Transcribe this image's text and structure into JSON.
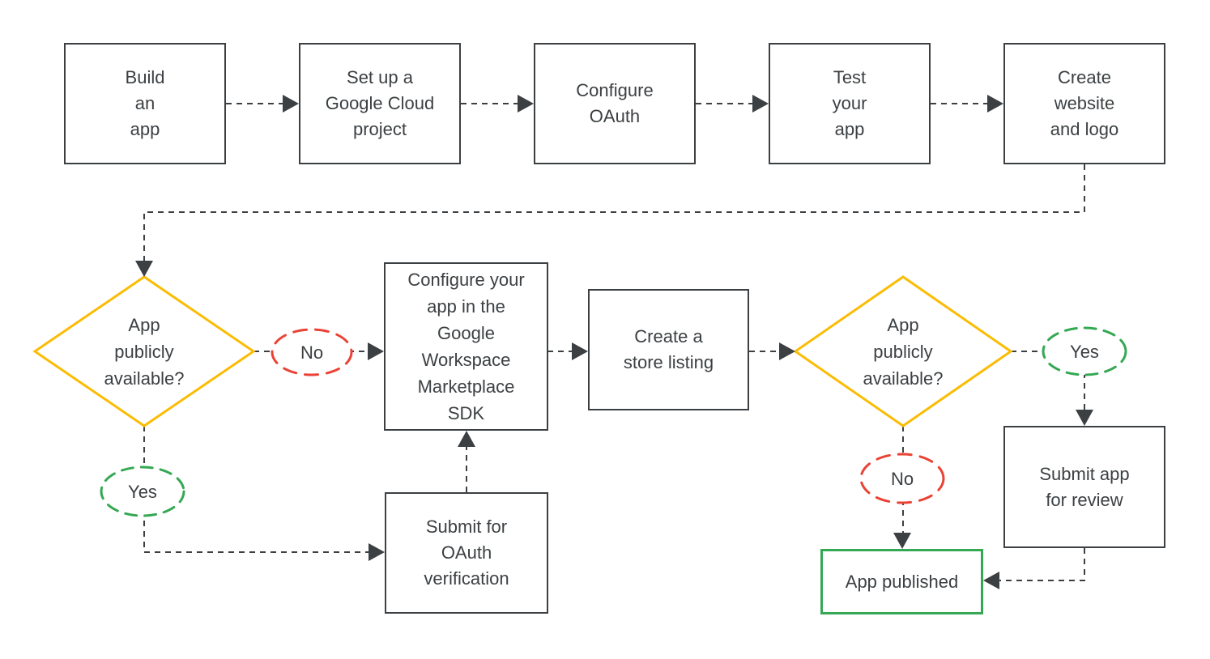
{
  "colors": {
    "bg": "#ffffff",
    "line": "#3c4043",
    "text": "#3c4043",
    "yellow": "#fbbc04",
    "red": "#ea4335",
    "green": "#34a853"
  },
  "nodes": {
    "build_app": {
      "label": "Build\nan\napp"
    },
    "setup_project": {
      "label": "Set up a\nGoogle Cloud\nproject"
    },
    "configure_oauth": {
      "label": "Configure\nOAuth"
    },
    "test_app": {
      "label": "Test\nyour\napp"
    },
    "create_website": {
      "label": "Create\nwebsite\nand logo"
    },
    "decision_left": {
      "label": "App\npublicly\navailable?"
    },
    "configure_sdk": {
      "label": "Configure your\napp in the\nGoogle\nWorkspace\nMarketplace\nSDK"
    },
    "store_listing": {
      "label": "Create a\nstore listing"
    },
    "decision_right": {
      "label": "App\npublicly\navailable?"
    },
    "submit_oauth": {
      "label": "Submit for\nOAuth\nverification"
    },
    "submit_review": {
      "label": "Submit app\nfor review"
    },
    "app_published": {
      "label": "App published"
    }
  },
  "branch_labels": {
    "no_left": "No",
    "yes_left": "Yes",
    "yes_right": "Yes",
    "no_right": "No"
  }
}
